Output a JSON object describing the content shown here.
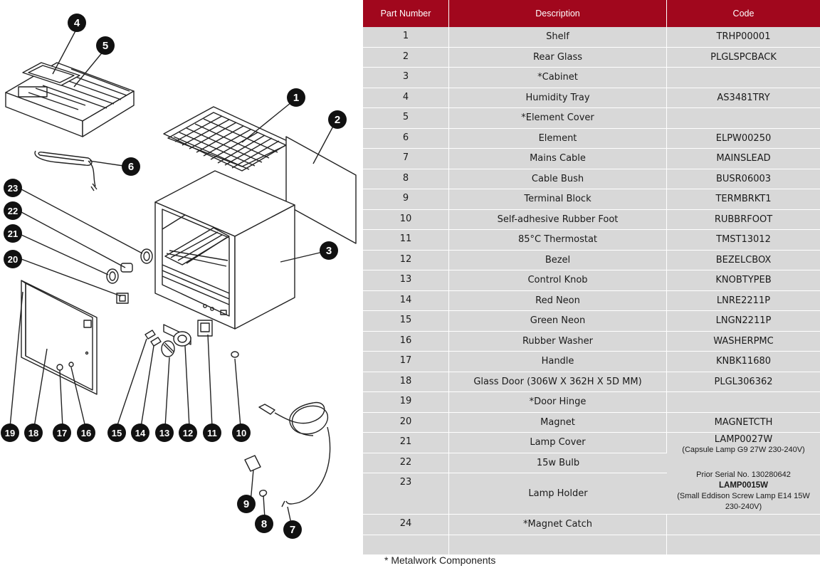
{
  "table": {
    "headers": {
      "part_number": "Part Number",
      "description": "Description",
      "code": "Code"
    },
    "rows": [
      {
        "num": "1",
        "desc": "Shelf",
        "code": "TRHP00001"
      },
      {
        "num": "2",
        "desc": "Rear Glass",
        "code": "PLGLSPCBACK"
      },
      {
        "num": "3",
        "desc": "*Cabinet",
        "code": ""
      },
      {
        "num": "4",
        "desc": "Humidity Tray",
        "code": "AS3481TRY"
      },
      {
        "num": "5",
        "desc": "*Element Cover",
        "code": ""
      },
      {
        "num": "6",
        "desc": "Element",
        "code": "ELPW00250"
      },
      {
        "num": "7",
        "desc": "Mains Cable",
        "code": "MAINSLEAD"
      },
      {
        "num": "8",
        "desc": "Cable Bush",
        "code": "BUSR06003"
      },
      {
        "num": "9",
        "desc": "Terminal Block",
        "code": "TERMBRKT1"
      },
      {
        "num": "10",
        "desc": "Self-adhesive Rubber Foot",
        "code": "RUBBRFOOT"
      },
      {
        "num": "11",
        "desc": "85°C Thermostat",
        "code": "TMST13012"
      },
      {
        "num": "12",
        "desc": "Bezel",
        "code": "BEZELCBOX"
      },
      {
        "num": "13",
        "desc": "Control Knob",
        "code": "KNOBTYPEB"
      },
      {
        "num": "14",
        "desc": "Red Neon",
        "code": "LNRE2211P"
      },
      {
        "num": "15",
        "desc": "Green Neon",
        "code": "LNGN2211P"
      },
      {
        "num": "16",
        "desc": "Rubber Washer",
        "code": "WASHERPMC"
      },
      {
        "num": "17",
        "desc": "Handle",
        "code": "KNBK11680"
      },
      {
        "num": "18",
        "desc": "Glass Door (306W X 362H X 5D MM)",
        "code": "PLGL306362"
      },
      {
        "num": "19",
        "desc": "*Door Hinge",
        "code": ""
      },
      {
        "num": "20",
        "desc": "Magnet",
        "code": "MAGNETCTH"
      }
    ],
    "row21": {
      "num": "21",
      "desc": "Lamp Cover"
    },
    "row22": {
      "num": "22",
      "desc": "15w Bulb"
    },
    "row23": {
      "num": "23",
      "desc": "Lamp Holder"
    },
    "row24": {
      "num": "24",
      "desc": "*Magnet Catch",
      "code": ""
    },
    "lamp_code_main": "LAMP0027W",
    "lamp_code_main_note": "(Capsule Lamp G9 27W 230-240V)",
    "lamp_prior_serial": "Prior Serial No. 130280642",
    "lamp_code_alt": "LAMP0015W",
    "lamp_code_alt_note": "(Small Eddison Screw Lamp E14 15W 230-240V)"
  },
  "footnote": "* Metalwork Components",
  "callouts": [
    "1",
    "2",
    "3",
    "4",
    "5",
    "6",
    "7",
    "8",
    "9",
    "10",
    "11",
    "12",
    "13",
    "14",
    "15",
    "16",
    "17",
    "18",
    "19",
    "20",
    "21",
    "22",
    "23"
  ],
  "colors": {
    "header_bg": "#a1071d",
    "row_bg": "#d8d8d8",
    "callout_bg": "#111111"
  }
}
